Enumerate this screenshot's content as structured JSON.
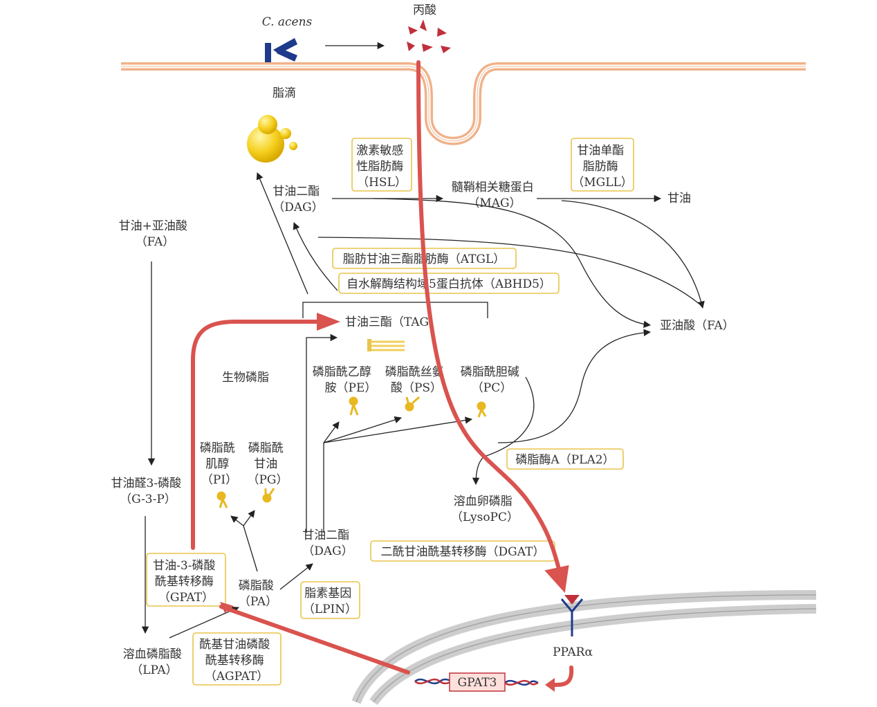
{
  "colors": {
    "membrane": "#f0b28a",
    "highlight_path": "#d9534f",
    "enzyme_border": "#e8c44a",
    "lipid_droplet": "#f5d020",
    "nucleus": "#c8c8c8",
    "receptor": "#1f3a8a"
  },
  "labels": {
    "bacterium": "C. acens",
    "propionate": "丙酸",
    "lipid_droplet": "脂滴",
    "dag_top": [
      "甘油二酯",
      "（DAG）"
    ],
    "mag": [
      "髓鞘相关糖蛋白",
      "（MAG）"
    ],
    "glycerol": "甘油",
    "glycerol_la": [
      "甘油+亚油酸",
      "（FA）"
    ],
    "linoleic": "亚油酸（FA）",
    "tag": "甘油三酯（TAG）",
    "biophospholipid": "生物磷脂",
    "pe": [
      "磷脂酰乙醇",
      "胺（PE）"
    ],
    "ps": [
      "磷脂酰丝氨",
      "酸（PS）"
    ],
    "pc": [
      "磷脂酰胆碱",
      "（PC）"
    ],
    "pi": [
      "磷脂酰",
      "肌醇",
      "（PI）"
    ],
    "pg": [
      "磷脂酰",
      "甘油",
      "（PG）"
    ],
    "g3p": [
      "甘油醛3-磷酸",
      "（G-3-P）"
    ],
    "lysopc": [
      "溶血卵磷脂",
      "（LysoPC）"
    ],
    "dag_bottom": [
      "甘油二酯",
      "（DAG）"
    ],
    "pa": [
      "磷脂酸",
      "（PA）"
    ],
    "lpa": [
      "溶血磷脂酸",
      "（LPA）"
    ],
    "ppara": "PPARα",
    "gpat3": "GPAT3"
  },
  "enzymes": {
    "hsl": [
      "激素敏感",
      "性脂肪酶",
      "（HSL）"
    ],
    "mgll": [
      "甘油单酯",
      "脂肪酶",
      "（MGLL）"
    ],
    "atgl": "脂肪甘油三酯脂肪酶（ATGL）",
    "abhd5": "自水解酶结构域5蛋白抗体（ABHD5）",
    "pla2": "磷脂酶A（PLA2）",
    "dgat": "二酰甘油酰基转移酶（DGAT）",
    "gpat": [
      "甘油-3-磷酸",
      "酰基转移酶",
      "（GPAT）"
    ],
    "lpin": [
      "脂素基因",
      "（LPIN）"
    ],
    "agpat": [
      "酰基甘油磷酸",
      "酰基转移酶",
      "（AGPAT）"
    ]
  }
}
